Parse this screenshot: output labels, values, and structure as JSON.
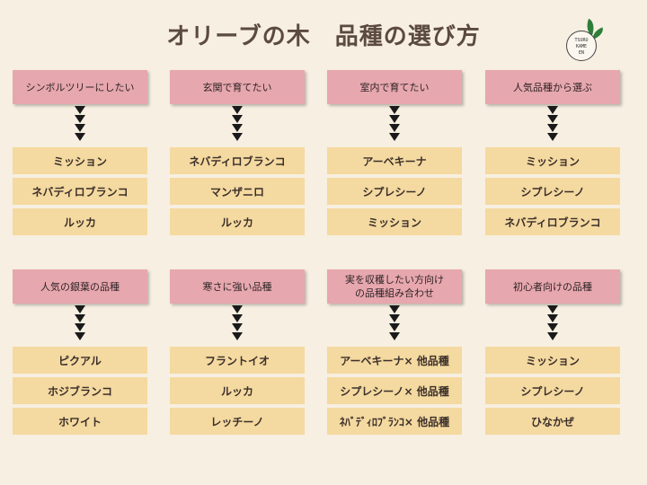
{
  "title": "オリーブの木　品種の選び方",
  "logo": {
    "line1": "TSURU",
    "line2": "KAME",
    "line3": "EN"
  },
  "rows": [
    {
      "columns": [
        {
          "heading": [
            "シンボルツリーにしたい"
          ],
          "items": [
            "ミッション",
            "ネバディロブランコ",
            "ルッカ"
          ]
        },
        {
          "heading": [
            "玄関で育てたい"
          ],
          "items": [
            "ネバディロブランコ",
            "マンザニロ",
            "ルッカ"
          ]
        },
        {
          "heading": [
            "室内で育てたい"
          ],
          "items": [
            "アーベキーナ",
            "シプレシーノ",
            "ミッション"
          ]
        },
        {
          "heading": [
            "人気品種から選ぶ"
          ],
          "items": [
            "ミッション",
            "シプレシーノ",
            "ネバディロブランコ"
          ]
        }
      ]
    },
    {
      "columns": [
        {
          "heading": [
            "人気の銀葉の品種"
          ],
          "items": [
            "ピクアル",
            "ホジブランコ",
            "ホワイト"
          ]
        },
        {
          "heading": [
            "寒さに強い品種"
          ],
          "items": [
            "フラントイオ",
            "ルッカ",
            "レッチーノ"
          ]
        },
        {
          "heading": [
            "実を収穫したい方向け",
            "の品種組み合わせ"
          ],
          "items": [
            "アーベキーナ× 他品種",
            "シプレシーノ× 他品種",
            "ﾈﾊﾞﾃﾞｨﾛﾌﾞﾗﾝｺ× 他品種"
          ]
        },
        {
          "heading": [
            "初心者向けの品種"
          ],
          "items": [
            "ミッション",
            "シプレシーノ",
            "ひなかぜ"
          ]
        }
      ]
    }
  ],
  "colors": {
    "background": "#f7efe1",
    "heading_box": "#e7a7ae",
    "item_box": "#f4d9a0",
    "arrow": "#1a1a1a",
    "title": "#5b4a40"
  },
  "icons": {
    "arrow": "down-triangle-icon",
    "logo": "tsurukame-logo-icon"
  }
}
